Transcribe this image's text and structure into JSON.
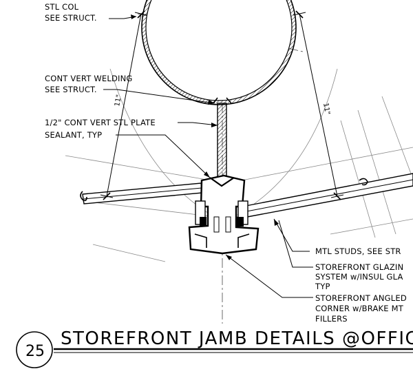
{
  "labels": {
    "stl_col_1": "STL COL",
    "stl_col_2": "SEE STRUCT.",
    "welding_1": "CONT VERT WELDING",
    "welding_2": "SEE STRUCT.",
    "plate": "1/2\" CONT VERT STL PLATE",
    "sealant": "SEALANT, TYP",
    "mtl_studs": "MTL STUDS, SEE STR",
    "glazing_1": "STOREFRONT GLAZIN",
    "glazing_2": "SYSTEM w/INSUL GLA",
    "glazing_3": "TYP",
    "angled_1": "STOREFRONT ANGLED",
    "angled_2": "CORNER w/BRAKE MT",
    "angled_3": "FILLERS"
  },
  "dimensions": {
    "left": "11\"",
    "right": "11\""
  },
  "title": {
    "number": "25",
    "text": "STOREFRONT JAMB DETAILS @OFFICE"
  }
}
